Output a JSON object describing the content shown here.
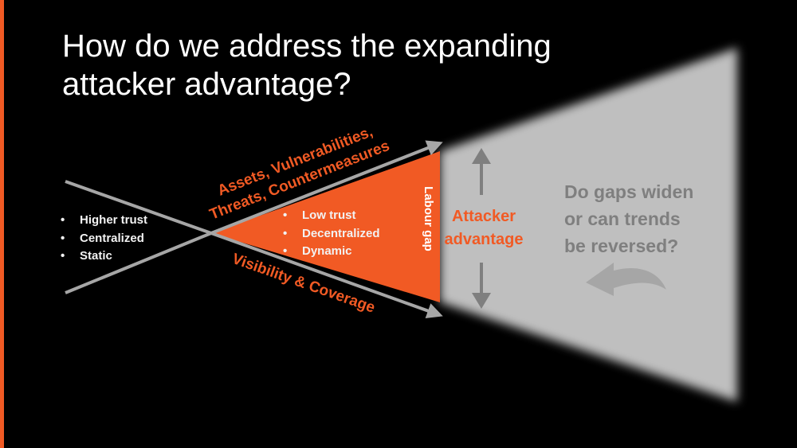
{
  "slide": {
    "title": "How do we address the expanding attacker advantage?",
    "accent_color": "#f15a24"
  },
  "diagram": {
    "left_bullets": [
      "Higher trust",
      "Centralized",
      "Static"
    ],
    "inner_bullets": [
      "Low trust",
      "Decentralized",
      "Dynamic"
    ],
    "top_arrow_label_line1": "Assets, Vulnerabilities,",
    "top_arrow_label_line2": "Threats, Countermeasures",
    "bottom_arrow_label": "Visibility & Coverage",
    "gap_label": "Labour gap",
    "attacker_label_line1": "Attacker",
    "attacker_label_line2": "advantage",
    "question_line1": "Do gaps widen",
    "question_line2": "or can trends",
    "question_line3": "be reversed?",
    "colors": {
      "triangle": "#f15a24",
      "lines": "#a6a6a6",
      "cone": "#bfbfbf",
      "arrows": "#7f7f7f",
      "question_text": "#7f7f7f"
    }
  }
}
